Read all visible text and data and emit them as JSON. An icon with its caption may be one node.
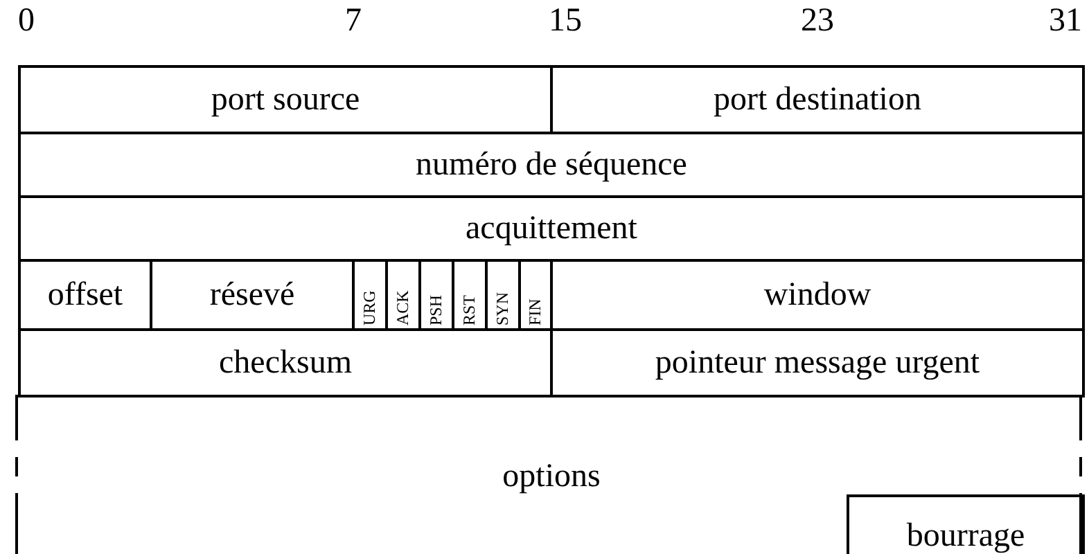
{
  "diagram": {
    "nodes": [
      {
        "text": [
          "port source"
        ]
      },
      {
        "text": [
          "port destination"
        ]
      },
      {
        "text": [
          "numéro de séquence"
        ]
      },
      {
        "text": [
          "acquittement"
        ]
      },
      {
        "text": [
          "offset"
        ]
      },
      {
        "text": [
          "résevé"
        ]
      },
      {
        "text": [
          "URG"
        ]
      },
      {
        "text": [
          "ACK"
        ]
      },
      {
        "text": [
          "PSH"
        ]
      },
      {
        "text": [
          "RST"
        ]
      },
      {
        "text": [
          "SYN"
        ]
      },
      {
        "text": [
          "FIN"
        ]
      },
      {
        "text": [
          "window"
        ]
      },
      {
        "text": [
          "checksum"
        ]
      },
      {
        "text": [
          "pointeur message urgent"
        ]
      },
      {
        "text": [
          "options"
        ]
      },
      {
        "text": [
          "bourrage"
        ],
        "in": 15
      }
    ],
    "labels": [
      "0",
      "7",
      "15",
      "23",
      "31"
    ]
  }
}
